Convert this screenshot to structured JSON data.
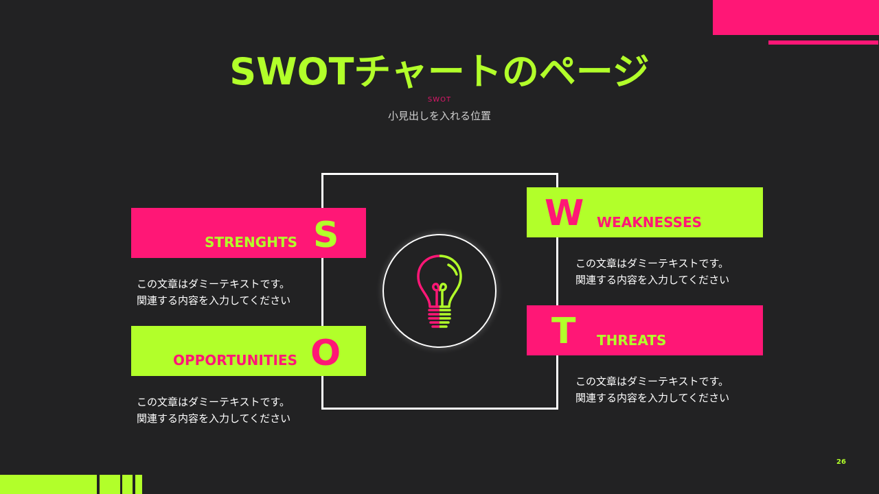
{
  "header": {
    "title": "SWOTチャートのページ",
    "eyebrow": "SWOT",
    "subtitle": "小見出しを入れる位置"
  },
  "colors": {
    "background": "#222223",
    "pink": "#ff1776",
    "green": "#b2ff2a",
    "white": "#ffffff"
  },
  "center": {
    "icon": "lightbulb-icon"
  },
  "quadrants": {
    "strengths": {
      "letter": "S",
      "label": "STRENGHTS",
      "desc_line1": "この文章はダミーテキストです。",
      "desc_line2": "関連する内容を入力してください"
    },
    "weaknesses": {
      "letter": "W",
      "label": "WEAKNESSES",
      "desc_line1": "この文章はダミーテキストです。",
      "desc_line2": "関連する内容を入力してください"
    },
    "opportunities": {
      "letter": "O",
      "label": "OPPORTUNITIES",
      "desc_line1": "この文章はダミーテキストです。",
      "desc_line2": "関連する内容を入力してください"
    },
    "threats": {
      "letter": "T",
      "label": "THREATS",
      "desc_line1": "この文章はダミーテキストです。",
      "desc_line2": "関連する内容を入力してください"
    }
  },
  "footer": {
    "page_number": "26"
  }
}
